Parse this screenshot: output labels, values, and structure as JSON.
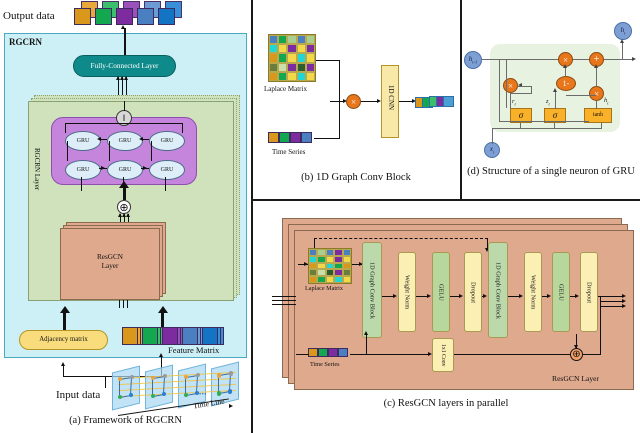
{
  "figure": {
    "panels": [
      {
        "id": "a",
        "caption": "(a) Framework of RGCRN"
      },
      {
        "id": "b",
        "caption": "(b) 1D Graph Conv Block"
      },
      {
        "id": "c",
        "caption": "(c) ResGCN layers in parallel"
      },
      {
        "id": "d",
        "caption": "(d) Structure of a single neuron of GRU"
      }
    ]
  },
  "panel_a": {
    "output_label": "Output data",
    "frame_title": "RGCRN",
    "fc_layer": "Fully-Connected Layer",
    "concat_symbol": "‖",
    "rgcrn_layer_label": "RGCRN Layer",
    "gru_label": "GRU",
    "gru_grid": {
      "rows": 2,
      "cols": 3
    },
    "sum_symbol": "⊕",
    "resgcn_label_line1": "ResGCN",
    "resgcn_label_line2": "Layer",
    "adjacency_label": "Adjacency matrix",
    "feature_label": "Feature Matrix",
    "input_label": "Input data",
    "timeline_label": "Time Line",
    "ellipsis": "•••",
    "cube_colors": [
      "#d9971b",
      "#13a84f",
      "#7d2ca0",
      "#4a7fc1",
      "#1474c4"
    ],
    "cube_top_colors": [
      "#e8a93a",
      "#3cbf6d",
      "#9a52ba",
      "#6d9bd4",
      "#3a90d8"
    ],
    "frame_fill": "#cdf0f7",
    "rgcrn_layer_fill": "#cfe2bb",
    "gru_box_fill": "#c585dd",
    "fc_fill": "#0f8a8a",
    "resgcn_fill": "#dfa98d",
    "adjacency_fill": "#f9dc7c"
  },
  "panel_b": {
    "laplace_label": "Laplace Matrix",
    "timeseries_label": "Time Series",
    "cnn_label": "1D CNN",
    "multiply_symbol": "×",
    "cnn_fill": "#f8e9a8",
    "matrix_colors": [
      [
        "#4a7fc1",
        "#13a84f",
        "#a8cf8f",
        "#4a7fc1",
        "#a8cf8f"
      ],
      [
        "#23d6d6",
        "#f3d84a",
        "#7d2ca0",
        "#f3d84a",
        "#7d2ca0"
      ],
      [
        "#d9971b",
        "#13a84f",
        "#f3d84a",
        "#23d6d6",
        "#f3d84a"
      ],
      [
        "#6b7d3a",
        "#c9dfae",
        "#7d2ca0",
        "#2e5c2e",
        "#7d2ca0"
      ],
      [
        "#d9971b",
        "#13a84f",
        "#f3d84a",
        "#23d6d6",
        "#f3d84a"
      ]
    ],
    "timeseries_colors": [
      "#d9971b",
      "#13a84f",
      "#7d2ca0",
      "#4a7fc1"
    ],
    "output_colors": [
      "#d9971b",
      "#13a84f",
      "#3cbf6d",
      "#7d2ca0",
      "#4a9fd4"
    ]
  },
  "panel_c": {
    "laplace_label": "Laplace Matrix",
    "timeseries_label": "Time Series",
    "resgcn_layer_label": "ResGCN Layer",
    "sum_symbol": "⊕",
    "pipeline": [
      {
        "name": "1D Graph Conv Block",
        "kind": "gconv"
      },
      {
        "name": "Weight Norm",
        "kind": "norm"
      },
      {
        "name": "GELU",
        "kind": "act"
      },
      {
        "name": "Dropout",
        "kind": "norm"
      },
      {
        "name": "1D Graph Conv Block",
        "kind": "gconv"
      },
      {
        "name": "Weight Norm",
        "kind": "norm"
      },
      {
        "name": "GELU",
        "kind": "act"
      },
      {
        "name": "Dropout",
        "kind": "norm"
      }
    ],
    "skip_conv_line1": "1x1",
    "skip_conv_line2": "Conv",
    "panel_fill": "#dfa98d",
    "gconv_fill": "#bcd9ac",
    "norm_fill": "#fbefb4",
    "act_fill": "#b8d79c",
    "matrix_colors": [
      [
        "#4a7fc1",
        "#a8cf8f",
        "#4a7fc1",
        "#7d2ca0",
        "#4a7fc1"
      ],
      [
        "#23d6d6",
        "#13a84f",
        "#f3d84a",
        "#7d2ca0",
        "#f3d84a"
      ],
      [
        "#d9971b",
        "#f3d84a",
        "#23d6d6",
        "#13a84f",
        "#d9971b"
      ],
      [
        "#6b7d3a",
        "#c9dfae",
        "#2e5c2e",
        "#7d2ca0",
        "#6b7d3a"
      ],
      [
        "#d9971b",
        "#13a84f",
        "#f3d84a",
        "#23d6d6",
        "#f3d84a"
      ]
    ],
    "timeseries_colors": [
      "#d9971b",
      "#13a84f",
      "#7d2ca0",
      "#4a7fc1"
    ]
  },
  "panel_d": {
    "h_prev": "h",
    "h_prev_sub": "t-1",
    "h_out": "h",
    "h_out_sub": "t",
    "x_in": "x",
    "x_in_sub": "t",
    "reset_gate": "r",
    "reset_gate_sub": "t",
    "update_gate": "z",
    "update_gate_sub": "t",
    "candidate": "h",
    "candidate_sub": "t",
    "sigma_symbol": "σ",
    "tanh_label": "tanh",
    "multiply_symbol": "×",
    "plus_symbol": "+",
    "one_minus_label": "1-",
    "gate_fill": "#f9b12a",
    "op_fill": "#e8761a",
    "state_fill": "#7e9fd4",
    "bg_fill": "#e8f2e0"
  }
}
